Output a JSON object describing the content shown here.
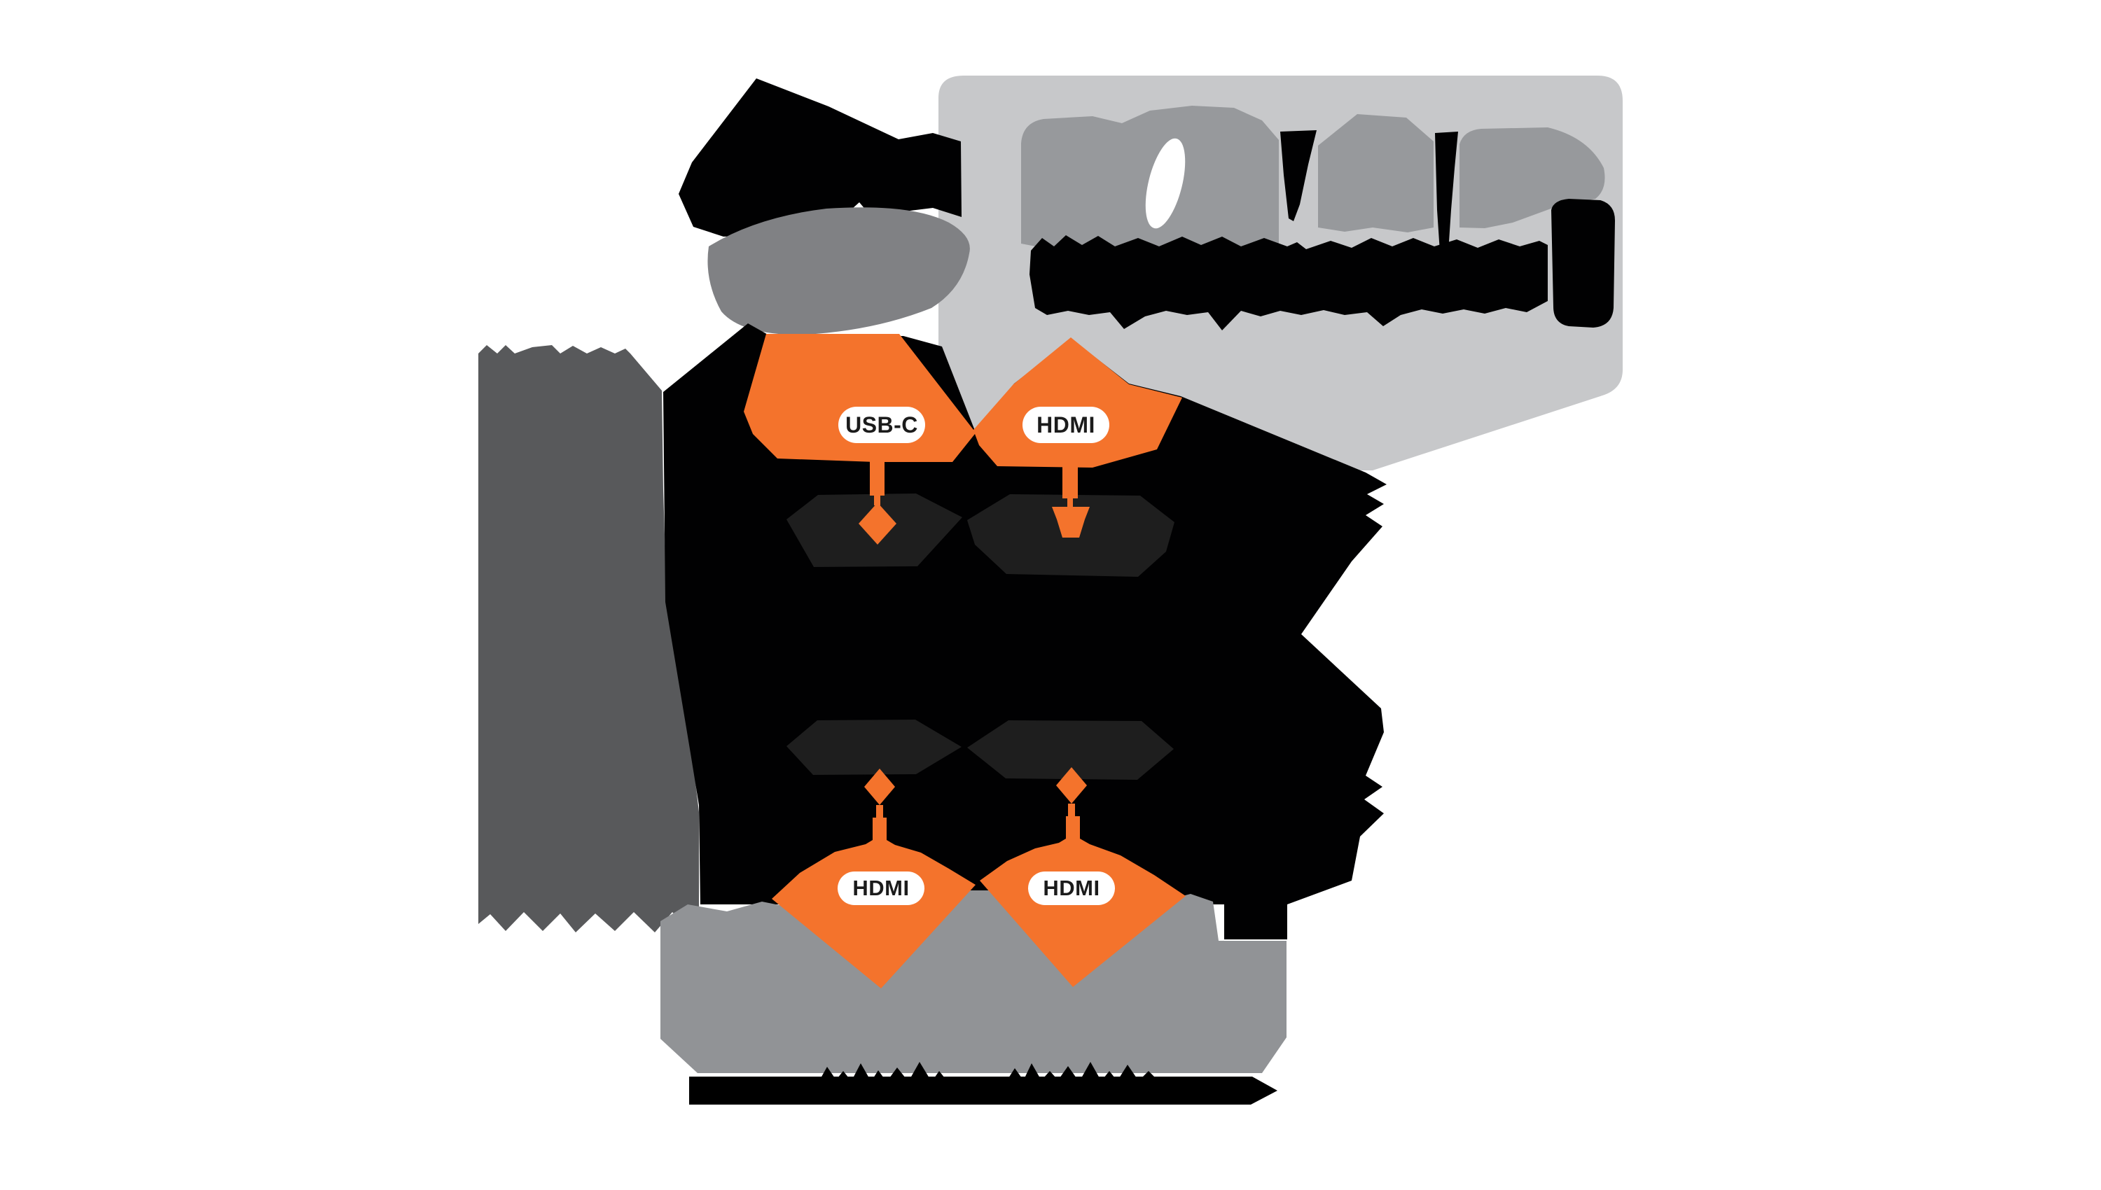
{
  "artwork": {
    "type": "abstracted-product-connection-diagram",
    "port_labels": {
      "top_left": "USB-C",
      "top_right": "HDMI",
      "bottom_left": "HDMI",
      "bottom_right": "HDMI"
    },
    "colors": {
      "background": "#FFFFFF",
      "panel_gray": "#C7C8CA",
      "headline_gray": "#97999C",
      "swoosh_gray": "#808184",
      "feature_column_gray": "#58595B",
      "monitor_gray": "#919396",
      "mass_black": "#010102",
      "screen_octagon_black": "#1E1E1E",
      "accent_orange": "#F4732C",
      "pill_white": "#FFFFFF",
      "pill_text": "#1B1B1B"
    }
  }
}
